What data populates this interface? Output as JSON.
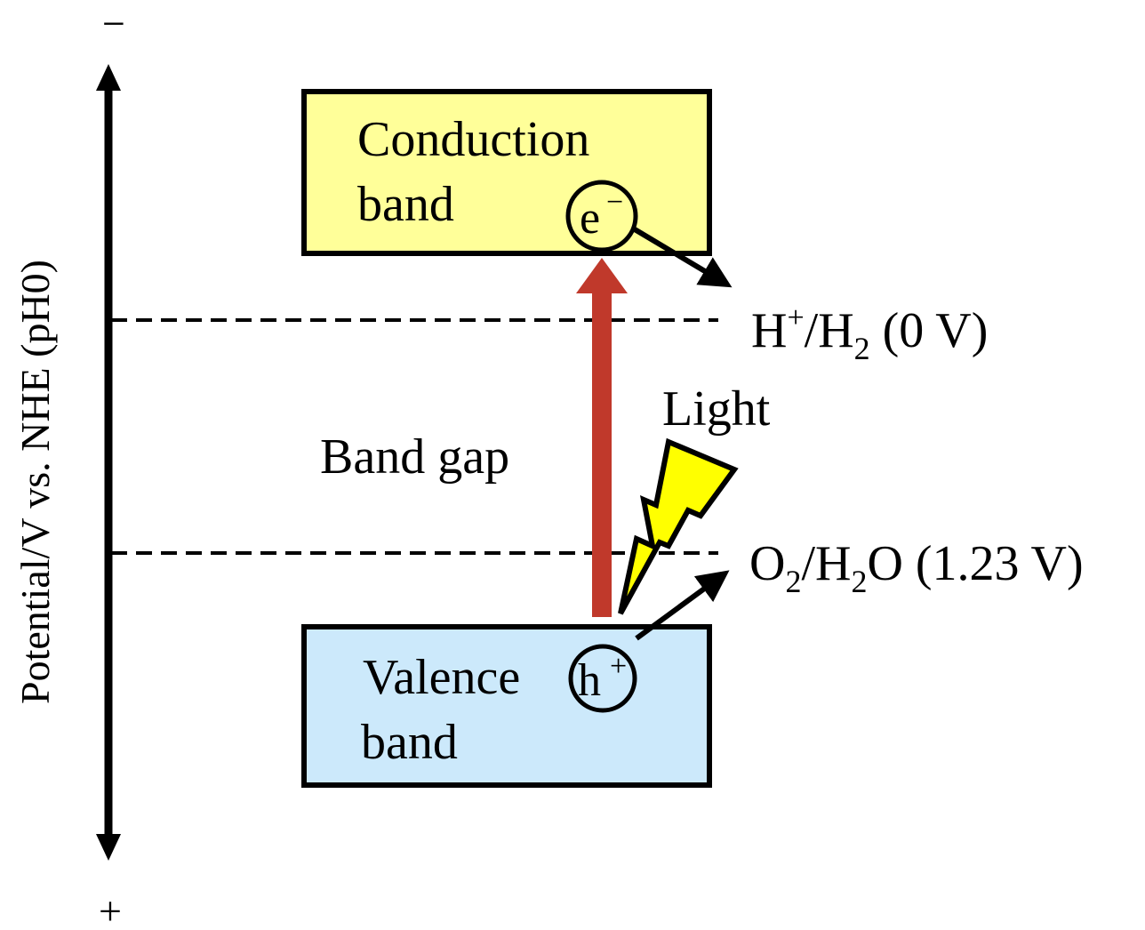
{
  "axis": {
    "label": "Potential/V vs. NHE (pH0)",
    "top_sign": "−",
    "bottom_sign": "+"
  },
  "conduction_band": {
    "line1": "Conduction",
    "line2": "band",
    "fill": "#FFFF99",
    "carrier": {
      "base": "e",
      "sup": "−"
    }
  },
  "valence_band": {
    "line1": "Valence",
    "line2": "band",
    "fill": "#CCE9FB",
    "carrier": {
      "base": "h",
      "sup": "+"
    }
  },
  "band_gap_label": "Band gap",
  "light_label": "Light",
  "excitation_arrow_color": "#C0392B",
  "lightning_color": "#FFFF00",
  "levels": [
    {
      "name": "h2-level",
      "potential_v": 0,
      "parts": {
        "a": "H",
        "a_sup": "+",
        "sep": "/H",
        "sub": "2",
        "rest": " (0 V)"
      }
    },
    {
      "name": "o2-level",
      "potential_v": 1.23,
      "parts": {
        "a": "O",
        "a_sub": "2",
        "sep": "/H",
        "sub": "2",
        "rest": "O (1.23 V)"
      }
    }
  ]
}
